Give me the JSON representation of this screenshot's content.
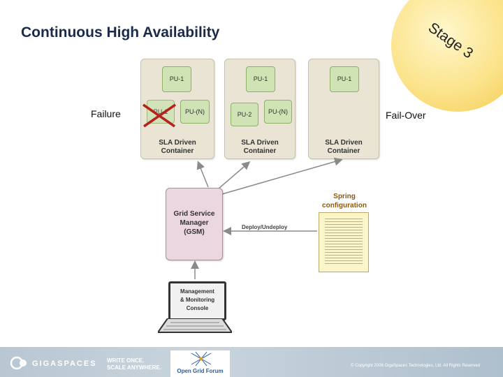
{
  "slide": {
    "title": "Continuous High Availability"
  },
  "stage": {
    "label": "Stage 3"
  },
  "labels": {
    "failure": "Failure",
    "failover": "Fail-Over"
  },
  "containers": [
    {
      "name": "SLA Driven Container",
      "line1": "SLA Driven",
      "line2": "Container",
      "units": [
        "PU-1",
        "PU-1",
        "PU-(N)"
      ]
    },
    {
      "line1": "SLA Driven",
      "line2": "Container",
      "units": [
        "PU-1",
        "PU-2",
        "PU-(N)"
      ]
    },
    {
      "line1": "SLA Driven",
      "line2": "Container",
      "units": [
        "PU-1"
      ]
    }
  ],
  "gsm": {
    "line1": "Grid Service",
    "line2": "Manager",
    "line3": "(GSM)"
  },
  "spring": {
    "line1": "Spring",
    "line2": "configuration"
  },
  "deploy": {
    "label": "Deploy/Undeploy"
  },
  "console": {
    "line1": "Management",
    "line2": "& Monitoring",
    "line3": "Console"
  },
  "footer": {
    "logo": "GIGASPACES",
    "tagline1": "WRITE ONCE.",
    "tagline2": "SCALE ANYWHERE.",
    "ogf": "Open Grid Forum",
    "copyright": "© Copyright 2006 GigaSpaces Technologies, Ltd. All Rights Reserved"
  },
  "colors": {
    "title": "#1a2a4a",
    "pu_fill": "#cfe3b5",
    "container_fill": "#e9e4d4",
    "gsm_fill": "#ead7df",
    "failure_mark": "#b4231c"
  }
}
